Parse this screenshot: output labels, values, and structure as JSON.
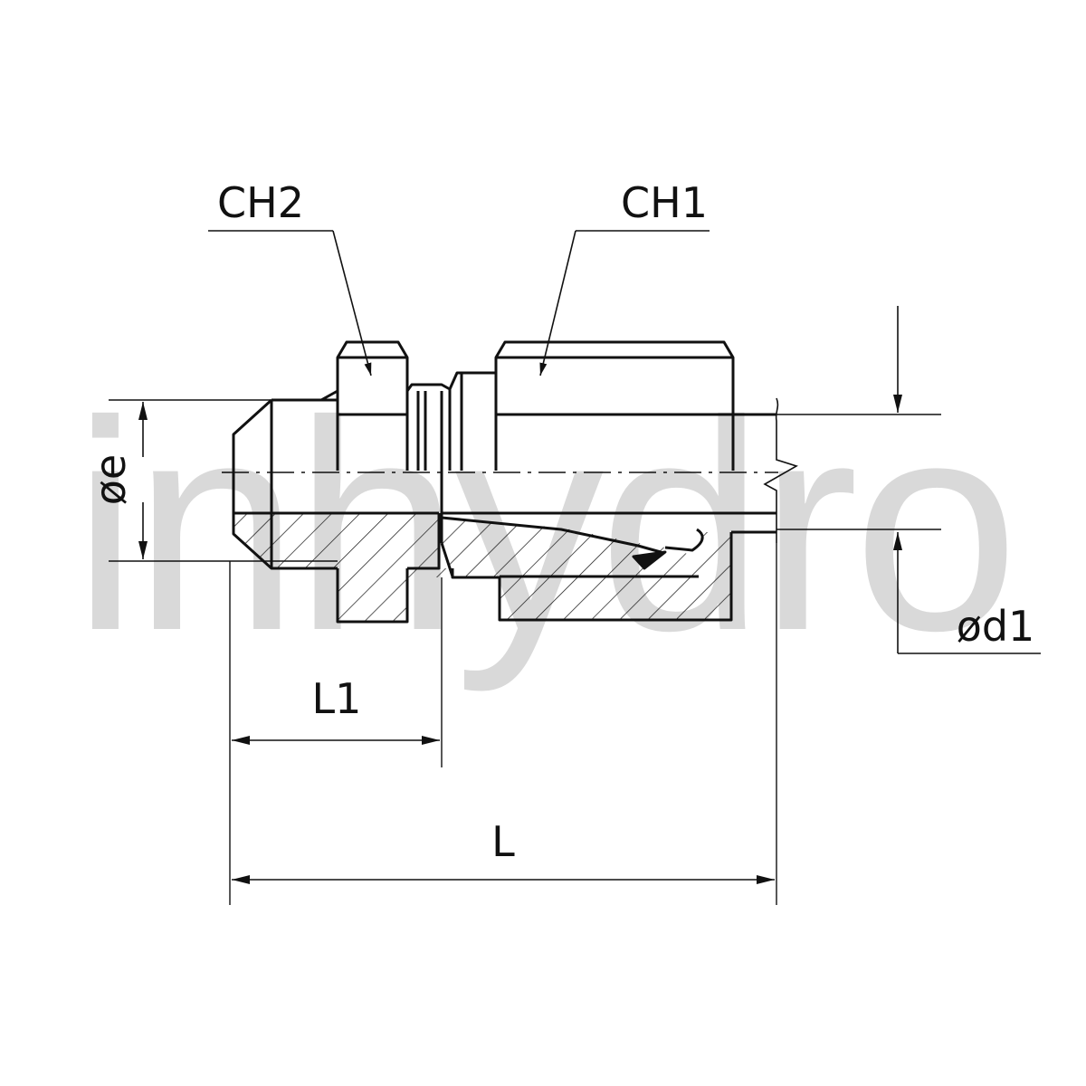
{
  "labels": {
    "ch2": "CH2",
    "ch1": "CH1",
    "phi_e": "øe",
    "phi_d1": "ød1",
    "l1": "L1",
    "l": "L"
  },
  "watermark": {
    "text": "inhydro"
  },
  "colors": {
    "line": "#111111",
    "watermark": "#d9d9d9",
    "background": "#ffffff"
  }
}
